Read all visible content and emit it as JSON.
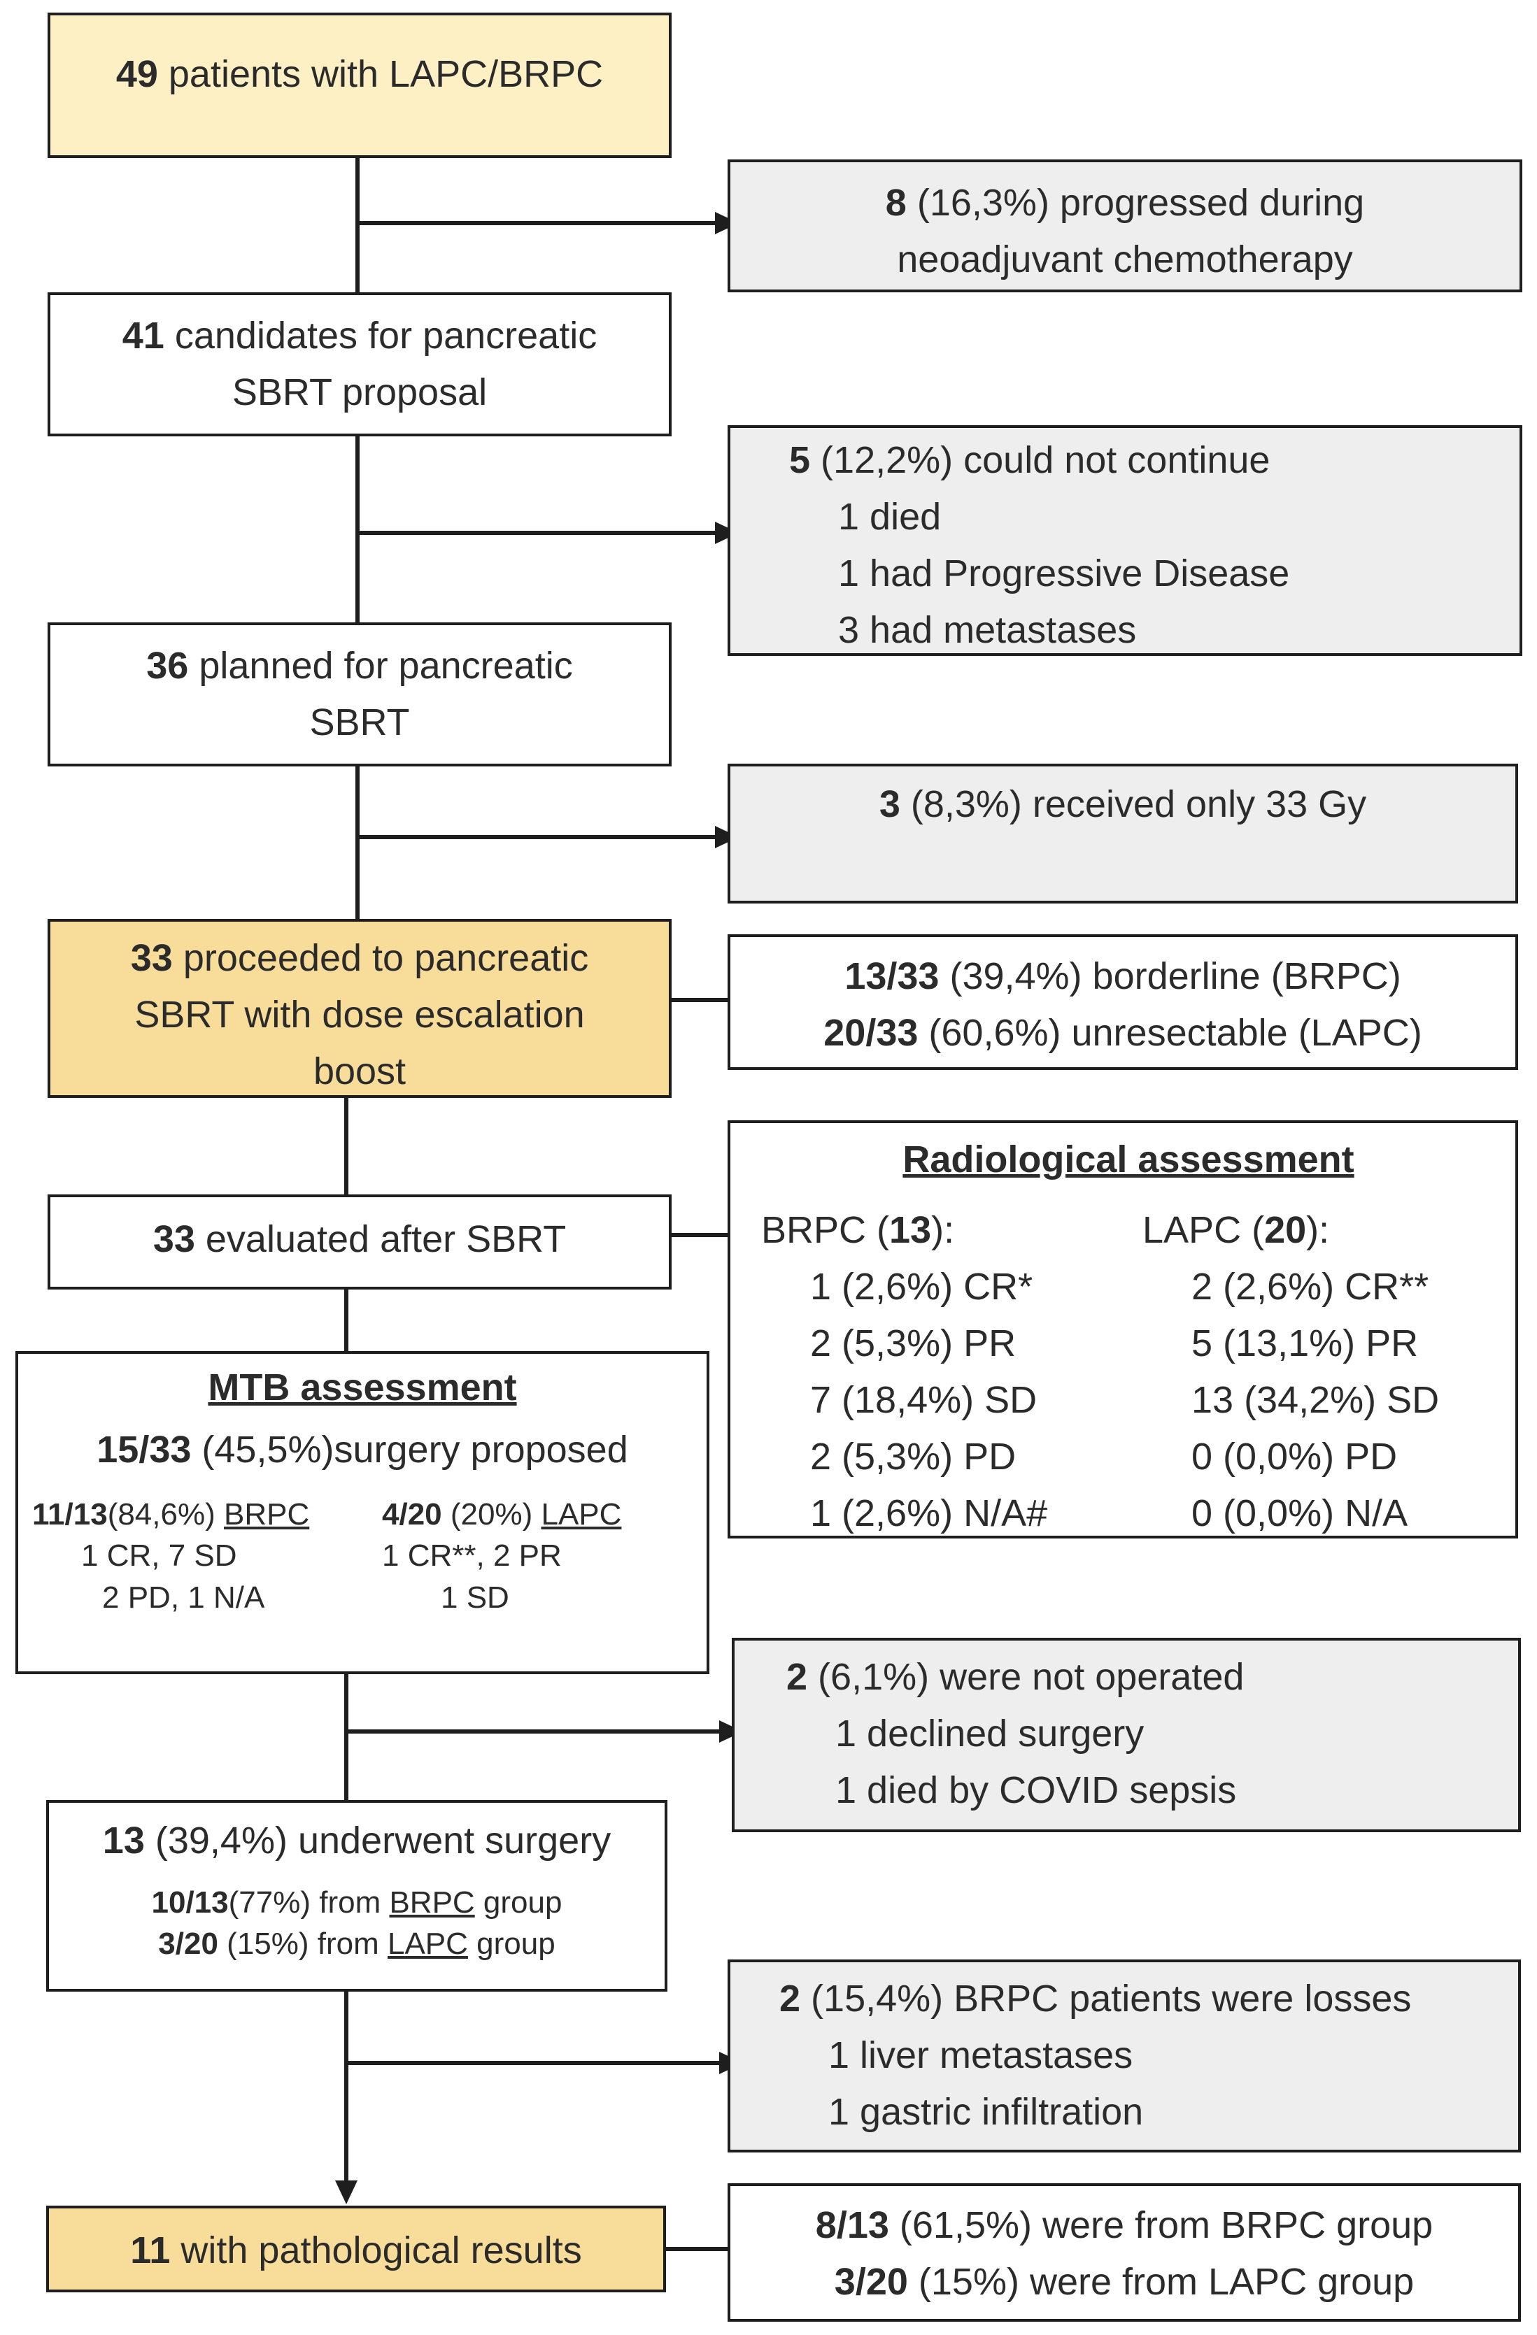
{
  "b1": {
    "n": "49",
    "t": " patients with LAPC/BRPC"
  },
  "e1": {
    "n": "8",
    "t": " (16,3%) progressed during",
    "t2": "neoadjuvant  chemotherapy"
  },
  "b2": {
    "n": "41",
    "t": " candidates for pancreatic",
    "t2": "SBRT proposal"
  },
  "e2": {
    "n": "5",
    "t": " (12,2%) could not continue",
    "items": [
      "1 died",
      "1 had Progressive Disease",
      "3 had metastases"
    ]
  },
  "b3": {
    "n": "36",
    "t": " planned for pancreatic",
    "t2": "SBRT"
  },
  "e3": {
    "n": "3",
    "t": " (8,3%) received only 33 Gy"
  },
  "b4": {
    "n": "33",
    "t": " proceeded to pancreatic",
    "t2": "SBRT with dose escalation",
    "t3": "boost"
  },
  "s4": {
    "l1n": "13/33",
    "l1t": " (39,4%) borderline (BRPC)",
    "l2n": "20/33",
    "l2t": " (60,6%) unresectable (LAPC)"
  },
  "b5": {
    "n": "33",
    "t": " evaluated after SBRT"
  },
  "rad": {
    "title": "Radiological assessment",
    "brpc_label": "BRPC (",
    "brpc_n": "13",
    "brpc_end": "):",
    "lapc_label": "LAPC (",
    "lapc_n": "20",
    "lapc_end": "):",
    "brpc": [
      "1 (2,6%) CR*",
      "2 (5,3%) PR",
      "7 (18,4%) SD",
      "2 (5,3%) PD",
      "1 (2,6%) N/A#"
    ],
    "lapc": [
      "2 (2,6%) CR**",
      "5 (13,1%) PR",
      "13 (34,2%) SD",
      "0 (0,0%) PD",
      "0 (0,0%) N/A"
    ]
  },
  "mtb": {
    "title": "MTB assessment",
    "n": "15/33",
    "t": " (45,5%)surgery proposed",
    "l_n": "11/13",
    "l_t": "(84,6%) ",
    "l_grp": "BRPC ",
    "l_1": "1 CR, 7 SD",
    "l_2": "2 PD, 1 N/A",
    "r_n": "4/20",
    "r_t": " (20%) ",
    "r_grp": "LAPC",
    "r_1": "1 CR**, 2 PR",
    "r_2": "1 SD"
  },
  "e6": {
    "n": "2",
    "t": " (6,1%) were not operated",
    "items": [
      "1 declined surgery",
      "1 died by COVID sepsis"
    ]
  },
  "b7": {
    "n": "13",
    "t": " (39,4%) underwent surgery",
    "a_n": "10/13",
    "a_t": "(77%) from ",
    "a_g": "BRPC",
    "a_e": " group",
    "b_n": "3/20",
    "b_t": " (15%) from ",
    "b_g": "LAPC",
    "b_e": " group"
  },
  "e7": {
    "n": "2",
    "t": " (15,4%) BRPC patients were losses",
    "items": [
      "1 liver metastases",
      "1 gastric infiltration"
    ]
  },
  "b8": {
    "n": "11",
    "t": " with pathological results"
  },
  "s8": {
    "l1n": "8/13",
    "l1t": " (61,5%) were from BRPC group",
    "l2n": "3/20",
    "l2t": " (15%) were from LAPC group"
  }
}
